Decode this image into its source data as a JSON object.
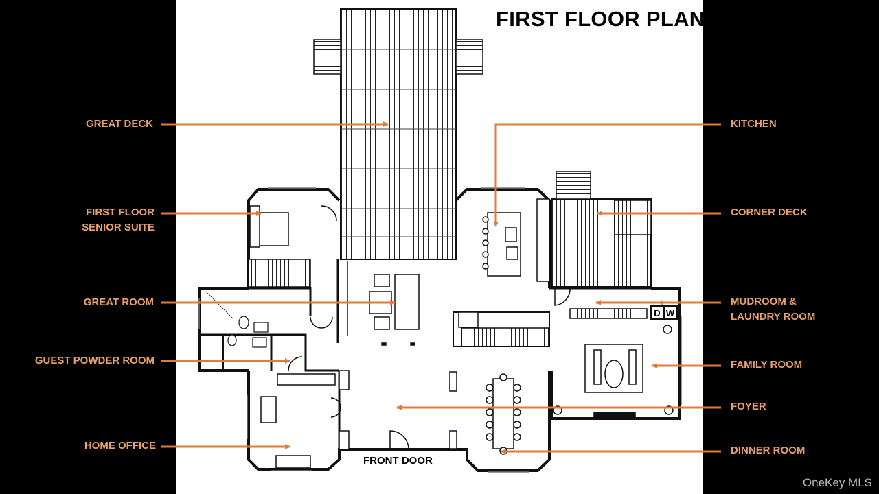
{
  "title": "FIRST FLOOR PLAN",
  "front_door": "FRONT DOOR",
  "appliance_labels": {
    "dishwasher": "D",
    "washer": "W"
  },
  "watermark": "OneKey MLS",
  "colors": {
    "label": "#e8a06a",
    "arrow": "#e07b39",
    "wall": "#111111",
    "background": "#000000",
    "paper": "#ffffff"
  },
  "labels": {
    "great_deck": [
      "GREAT DECK"
    ],
    "senior_suite": [
      "FIRST FLOOR",
      "SENIOR SUITE"
    ],
    "great_room": [
      "GREAT ROOM"
    ],
    "guest_powder_room": [
      "GUEST POWDER ROOM"
    ],
    "home_office": [
      "HOME OFFICE"
    ],
    "kitchen": [
      "KITCHEN"
    ],
    "corner_deck": [
      "CORNER DECK"
    ],
    "mudroom_laundry": [
      "MUDROOM &",
      "LAUNDRY ROOM"
    ],
    "family_room": [
      "FAMILY ROOM"
    ],
    "foyer": [
      "FOYER"
    ],
    "dinner_room": [
      "DINNER ROOM"
    ]
  }
}
